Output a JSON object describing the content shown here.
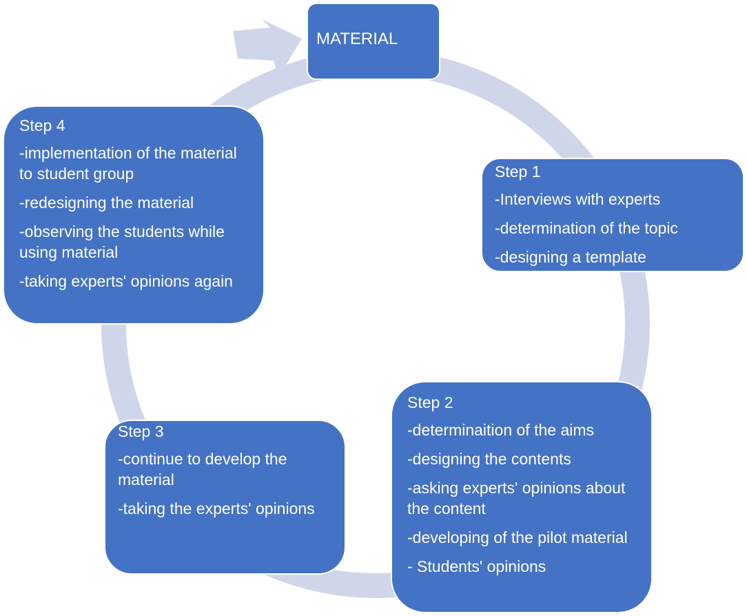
{
  "diagram": {
    "center": {
      "label": "MATERIAL"
    },
    "steps": [
      {
        "id": "step1",
        "title": "Step 1",
        "items": [
          "-Interviews with experts",
          "-determination of the topic",
          "-designing a template"
        ]
      },
      {
        "id": "step2",
        "title": "Step 2",
        "items": [
          "-determinaition of the aims",
          "-designing the contents",
          "-asking experts' opinions about the content",
          "-developing of the pilot material",
          "- Students' opinions"
        ]
      },
      {
        "id": "step3",
        "title": "Step 3",
        "items": [
          "-continue to develop the material",
          "-taking the experts' opinions"
        ]
      },
      {
        "id": "step4",
        "title": "Step 4",
        "items": [
          "-implementation of the material to student group",
          "-redesigning the material",
          "-observing the students while using material",
          "-taking experts' opinions again"
        ]
      }
    ],
    "colors": {
      "node_fill": "#4472c4",
      "node_text": "#ffffff",
      "ring": "#d0d6ea"
    }
  }
}
